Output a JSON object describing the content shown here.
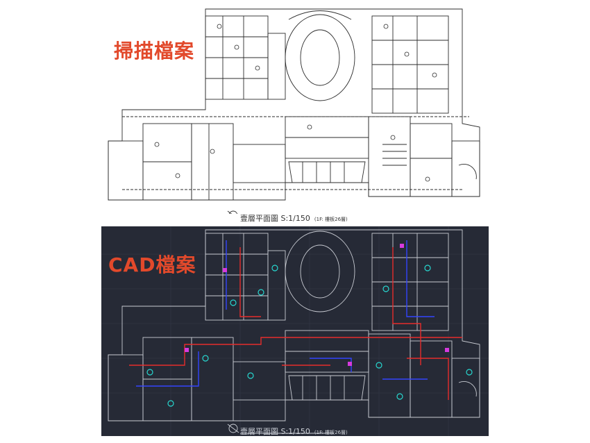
{
  "scan": {
    "label": "掃描檔案",
    "title": "壹層平面圖 S:1/150",
    "note": "(1F: 樓板26層)"
  },
  "cad": {
    "label": "CAD檔案",
    "title": "壹層平面圖 S:1/150",
    "note": "(1F: 樓板26層)"
  },
  "colors": {
    "label": "#e2492b",
    "cad_background": "#262a36",
    "cad_lines": "#c9ccd3",
    "cad_red": "#e52c2c",
    "cad_blue": "#3344ff",
    "cad_cyan": "#27d8d0",
    "cad_magenta": "#d63adf"
  }
}
